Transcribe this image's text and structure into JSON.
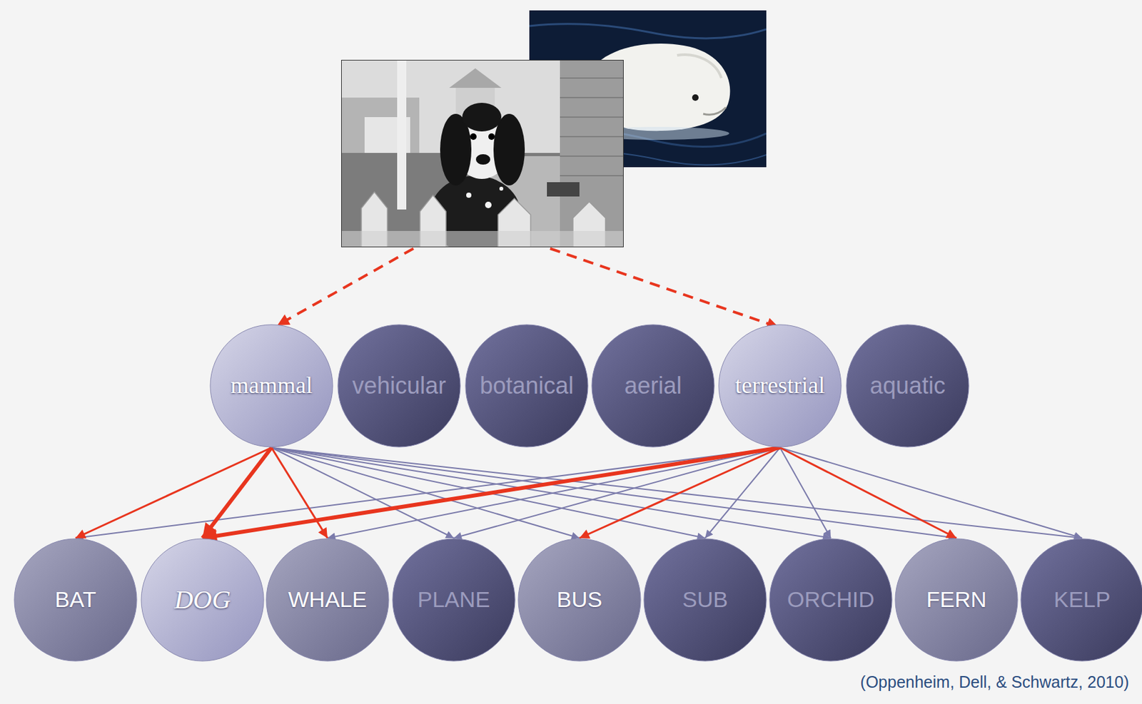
{
  "diagram": {
    "nodes": [
      {
        "text": [
          "mammal"
        ]
      },
      {
        "text": [
          "vehicular"
        ]
      },
      {
        "text": [
          "botanical"
        ]
      },
      {
        "text": [
          "aerial"
        ]
      },
      {
        "text": [
          "terrestrial"
        ]
      },
      {
        "text": [
          "aquatic"
        ]
      },
      {
        "text": [
          "BAT"
        ]
      },
      {
        "text": [
          "DOG"
        ]
      },
      {
        "text": [
          "WHALE"
        ]
      },
      {
        "text": [
          "PLANE"
        ]
      },
      {
        "text": [
          "BUS"
        ]
      },
      {
        "text": [
          "SUB"
        ]
      },
      {
        "text": [
          "ORCHID"
        ]
      },
      {
        "text": [
          "FERN"
        ]
      },
      {
        "text": [
          "KELP"
        ]
      }
    ],
    "edges": [
      {
        "from": 0,
        "to": 6,
        "arrow": "to"
      },
      {
        "from": 0,
        "to": 7,
        "arrow": "to"
      },
      {
        "from": 0,
        "to": 8,
        "arrow": "to"
      },
      {
        "from": 0,
        "to": 9,
        "arrow": "to"
      },
      {
        "from": 0,
        "to": 10,
        "arrow": "to"
      },
      {
        "from": 0,
        "to": 11,
        "arrow": "to"
      },
      {
        "from": 0,
        "to": 12,
        "arrow": "to"
      },
      {
        "from": 0,
        "to": 13,
        "arrow": "to"
      },
      {
        "from": 0,
        "to": 14,
        "arrow": "to"
      },
      {
        "from": 4,
        "to": 6,
        "arrow": "to"
      },
      {
        "from": 4,
        "to": 7,
        "arrow": "to"
      },
      {
        "from": 4,
        "to": 8,
        "arrow": "to"
      },
      {
        "from": 4,
        "to": 9,
        "arrow": "to"
      },
      {
        "from": 4,
        "to": 10,
        "arrow": "to"
      },
      {
        "from": 4,
        "to": 11,
        "arrow": "to"
      },
      {
        "from": 4,
        "to": 12,
        "arrow": "to"
      },
      {
        "from": 4,
        "to": 13,
        "arrow": "to"
      },
      {
        "from": 4,
        "to": 14,
        "arrow": "to"
      }
    ],
    "labels": [
      "(Oppenheim, Dell, & Schwartz, 2010)"
    ]
  }
}
